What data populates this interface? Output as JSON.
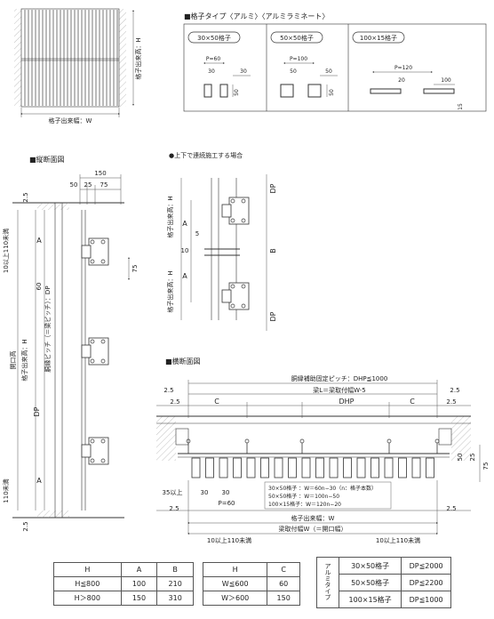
{
  "front": {
    "label_h": "格子出来高：H",
    "label_w": "格子出来幅：W"
  },
  "types": {
    "heading": "■格子タイプ〈アルミ〉〈アルミラミネート〉",
    "panels": [
      {
        "tag": "30×50格子",
        "pitch": "P=60",
        "a": "30",
        "b": "30",
        "depth": "50"
      },
      {
        "tag": "50×50格子",
        "pitch": "P=100",
        "a": "50",
        "b": "50",
        "depth": "50"
      },
      {
        "tag": "100×15格子",
        "pitch": "P=120",
        "a": "20",
        "b": "100",
        "depth": "15"
      }
    ]
  },
  "vsec": {
    "heading": "■縦断面図",
    "dims": {
      "total": "150",
      "d50": "50",
      "d25": "25",
      "d75": "75",
      "top25": "2.5",
      "bot25": "2.5",
      "d60": "60",
      "d75b": "75"
    },
    "labels": {
      "above": "10以上110未満",
      "below": "110未満",
      "A1": "A",
      "A2": "A",
      "DP": "DP",
      "pitch": "胴縁ピッチ（＝梁ピッチ）：DP",
      "opening": "開口高",
      "h": "格子出来高：H"
    }
  },
  "cont": {
    "heading": "●上下で連続施工する場合",
    "labels": {
      "h1": "格子出来高：H",
      "h2": "格子出来高：H",
      "A1": "A",
      "A2": "A",
      "five": "5",
      "ten": "10",
      "DP1": "DP",
      "DP2": "DP",
      "B": "B"
    }
  },
  "hsec": {
    "heading": "■横断面図",
    "labels": {
      "dhp": "胴縁補助固定ピッチ：DHP≦1000",
      "beam": "梁L＝梁取付幅W-5",
      "l25": "2.5",
      "r25": "2.5",
      "l25b": "2.5",
      "r25b": "2.5",
      "C1": "C",
      "C2": "C",
      "DHP": "DHP",
      "r50": "50",
      "r25n": "25",
      "r75": "75",
      "min35": "35以上",
      "d30a": "30",
      "d30b": "30",
      "p60": "P=60",
      "d25l": "2.5",
      "d25r": "2.5",
      "formula": [
        "30×50格子 ：W＝60n−30（n：格子本数）",
        "50×50格子 ：W＝100n−50",
        "100×15格子：W＝120n−20"
      ],
      "width": "格子出来幅：W",
      "mount": "梁取付幅W（＝開口幅）",
      "lmin": "10以上110未満",
      "rmin": "10以上110未満"
    }
  },
  "tables": {
    "t1": {
      "head": [
        "H",
        "A",
        "B"
      ],
      "rows": [
        [
          "H≦800",
          "100",
          "210"
        ],
        [
          "H＞800",
          "150",
          "310"
        ]
      ]
    },
    "t2": {
      "head": [
        "H",
        "C"
      ],
      "rows": [
        [
          "W≦600",
          "60"
        ],
        [
          "W＞600",
          "150"
        ]
      ]
    },
    "t3": {
      "side": "アルミタイプ",
      "rows": [
        [
          "30×50格子",
          "DP≦2000"
        ],
        [
          "50×50格子",
          "DP≦2200"
        ],
        [
          "100×15格子",
          "DP≦1000"
        ]
      ]
    }
  }
}
